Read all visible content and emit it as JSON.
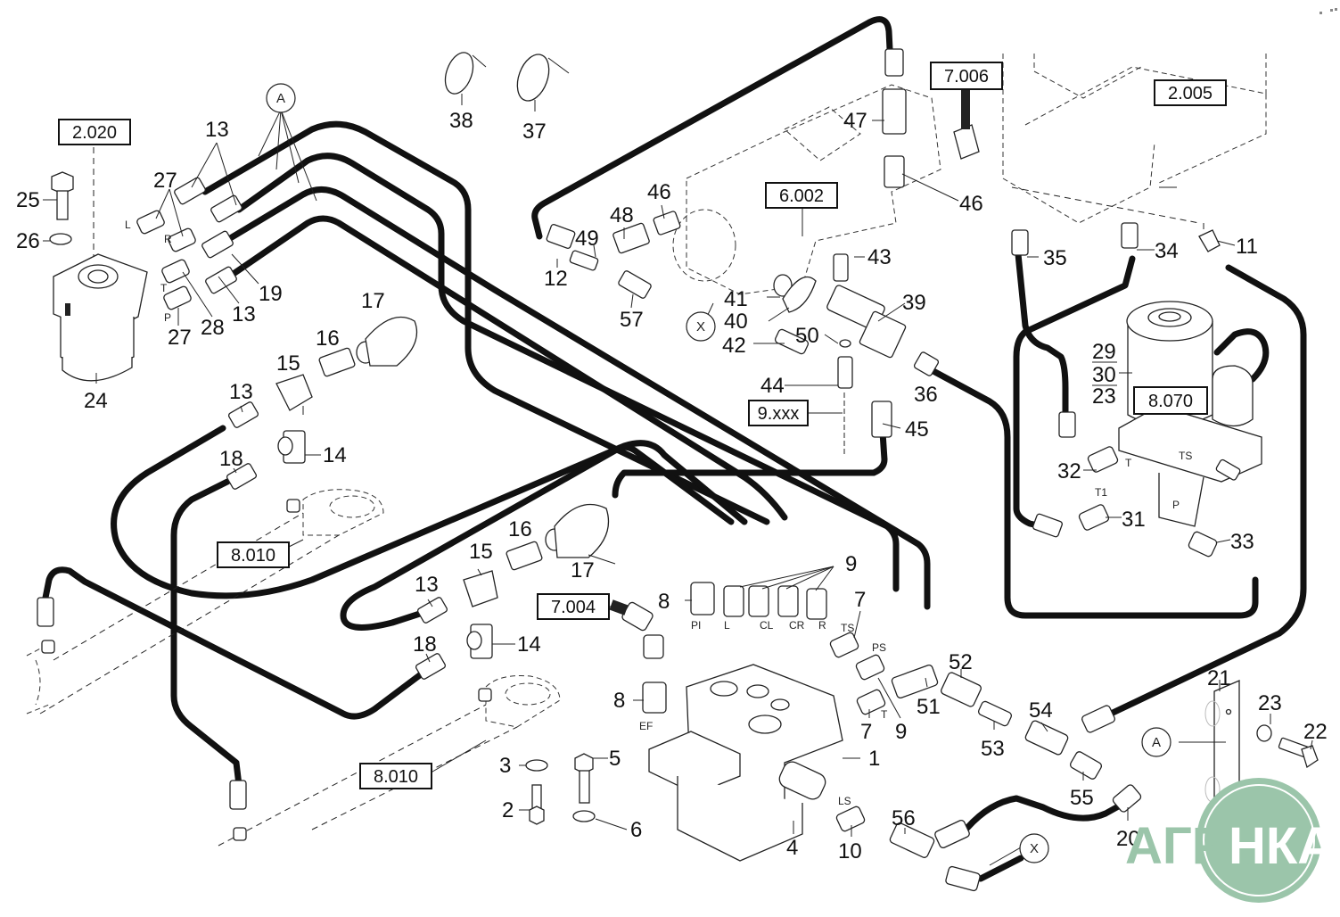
{
  "diagram": {
    "title": "Hydraulic steering and brake circuit – exploded parts view",
    "reference_boxes": [
      {
        "id": "ref-2020",
        "label": "2.020"
      },
      {
        "id": "ref-7006",
        "label": "7.006"
      },
      {
        "id": "ref-2005",
        "label": "2.005"
      },
      {
        "id": "ref-6002",
        "label": "6.002"
      },
      {
        "id": "ref-9xxx",
        "label": "9.xxx"
      },
      {
        "id": "ref-8070",
        "label": "8.070"
      },
      {
        "id": "ref-8010a",
        "label": "8.010"
      },
      {
        "id": "ref-7004",
        "label": "7.004"
      },
      {
        "id": "ref-8010b",
        "label": "8.010"
      }
    ],
    "circle_markers": [
      {
        "id": "marker-a-top",
        "label": "A"
      },
      {
        "id": "marker-a-bottom",
        "label": "A"
      },
      {
        "id": "marker-x-top",
        "label": "X"
      },
      {
        "id": "marker-x-bottom",
        "label": "X"
      }
    ],
    "part_numbers": [
      "1",
      "2",
      "3",
      "4",
      "5",
      "6",
      "7",
      "8",
      "9",
      "10",
      "11",
      "12",
      "13",
      "14",
      "15",
      "16",
      "17",
      "18",
      "19",
      "20",
      "21",
      "22",
      "23",
      "24",
      "25",
      "26",
      "27",
      "28",
      "29",
      "30",
      "31",
      "32",
      "33",
      "34",
      "35",
      "36",
      "37",
      "38",
      "39",
      "40",
      "41",
      "42",
      "43",
      "44",
      "45",
      "46",
      "47",
      "48",
      "49",
      "50",
      "51",
      "52",
      "53",
      "54",
      "55",
      "56",
      "57"
    ],
    "callouts": {
      "n13a": "13",
      "n27a": "27",
      "n25": "25",
      "n26": "26",
      "n24": "24",
      "n19": "19",
      "n13b": "13",
      "n28": "28",
      "n27b": "27",
      "n38": "38",
      "n37": "37",
      "n47": "47",
      "n46a": "46",
      "n46b": "46",
      "n48": "48",
      "n49": "49",
      "n12": "12",
      "n57": "57",
      "n43": "43",
      "n41": "41",
      "n40": "40",
      "n39": "39",
      "n42": "42",
      "n50": "50",
      "n44": "44",
      "n36": "36",
      "n45": "45",
      "n35": "35",
      "n34": "34",
      "n11": "11",
      "n29": "29",
      "n30": "30",
      "n23a": "23",
      "n32": "32",
      "n31": "31",
      "n33": "33",
      "n17a": "17",
      "n16a": "16",
      "n15a": "15",
      "n13c": "13",
      "n14a": "14",
      "n18a": "18",
      "n16b": "16",
      "n15b": "15",
      "n17b": "17",
      "n13d": "13",
      "n18b": "18",
      "n14b": "14",
      "n8a": "8",
      "n9a": "9",
      "n7a": "7",
      "n8b": "8",
      "n7b": "7",
      "n9b": "9",
      "n51": "51",
      "n52": "52",
      "n53": "53",
      "n54": "54",
      "n1": "1",
      "n3": "3",
      "n5": "5",
      "n2": "2",
      "n6": "6",
      "n4": "4",
      "n10": "10",
      "n56": "56",
      "n55": "55",
      "n20": "20",
      "n21": "21",
      "n23b": "23",
      "n22": "22"
    },
    "port_labels": {
      "L": "L",
      "R": "R",
      "T": "T",
      "P": "P",
      "PI": "PI",
      "L2": "L",
      "CL": "CL",
      "CR": "CR",
      "R2": "R",
      "EF": "EF",
      "TS": "TS",
      "PS": "PS",
      "T2": "T",
      "LS": "LS",
      "T3": "T",
      "TS2": "TS",
      "T1": "T1",
      "P2": "P"
    },
    "watermark": {
      "text_left": "АГРО",
      "text_right": "НКА",
      "color": "#9bc5aa"
    }
  }
}
